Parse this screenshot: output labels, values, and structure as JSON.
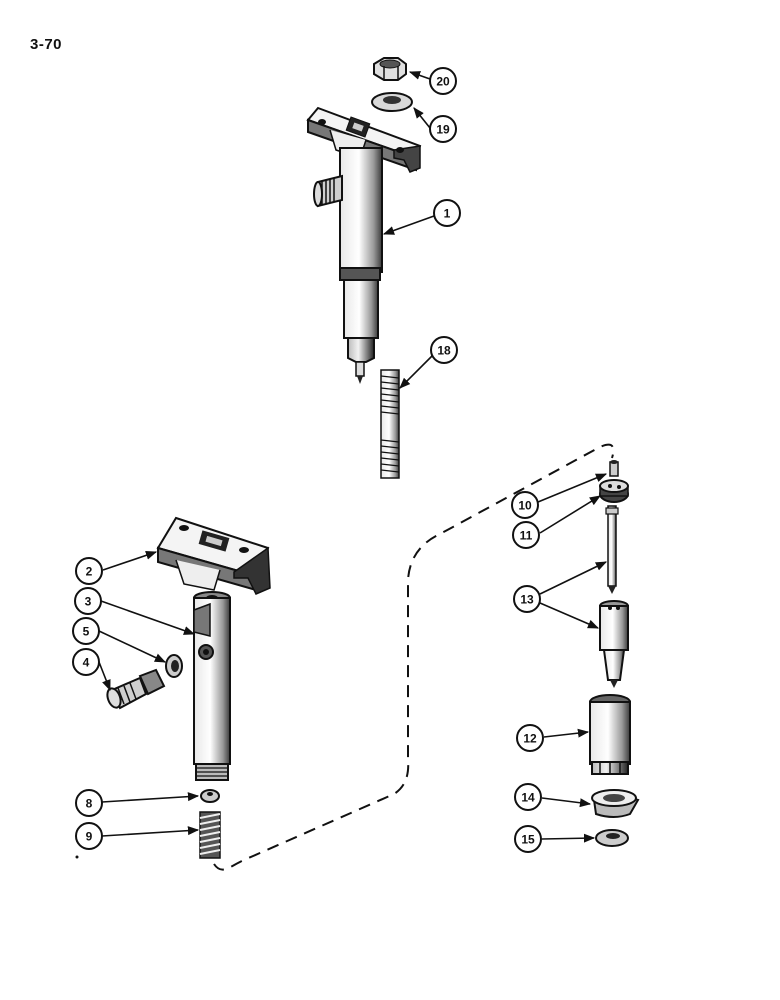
{
  "page": {
    "number": "3-70"
  },
  "callouts": [
    {
      "id": "c20",
      "label": "20"
    },
    {
      "id": "c19",
      "label": "19"
    },
    {
      "id": "c1",
      "label": "1"
    },
    {
      "id": "c18",
      "label": "18"
    },
    {
      "id": "c10",
      "label": "10"
    },
    {
      "id": "c11",
      "label": "11"
    },
    {
      "id": "c13",
      "label": "13"
    },
    {
      "id": "c12",
      "label": "12"
    },
    {
      "id": "c14",
      "label": "14"
    },
    {
      "id": "c15",
      "label": "15"
    },
    {
      "id": "c2",
      "label": "2"
    },
    {
      "id": "c3",
      "label": "3"
    },
    {
      "id": "c5",
      "label": "5"
    },
    {
      "id": "c4",
      "label": "4"
    },
    {
      "id": "c8",
      "label": "8"
    },
    {
      "id": "c9",
      "label": "9"
    }
  ]
}
